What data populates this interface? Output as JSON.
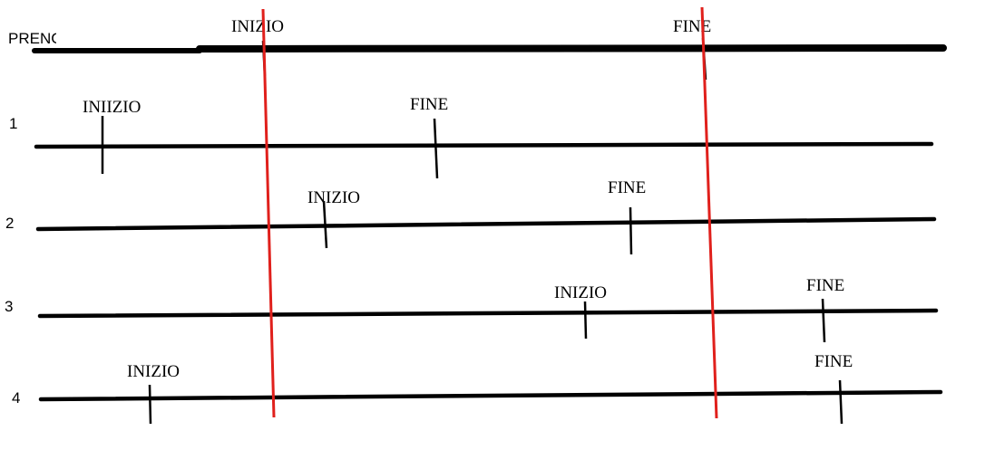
{
  "booking": {
    "label": "PRENC",
    "start_label": "INIZIO",
    "end_label": "FINE"
  },
  "rows": [
    {
      "number": "1",
      "start_label": "INIIZIO",
      "end_label": "FINE"
    },
    {
      "number": "2",
      "start_label": "INIZIO",
      "end_label": "FINE"
    },
    {
      "number": "3",
      "start_label": "INIZIO",
      "end_label": "FINE"
    },
    {
      "number": "4",
      "start_label": "INIZIO",
      "end_label": "FINE"
    }
  ],
  "colors": {
    "timeline": "#000000",
    "boundary": "#e0201c"
  }
}
